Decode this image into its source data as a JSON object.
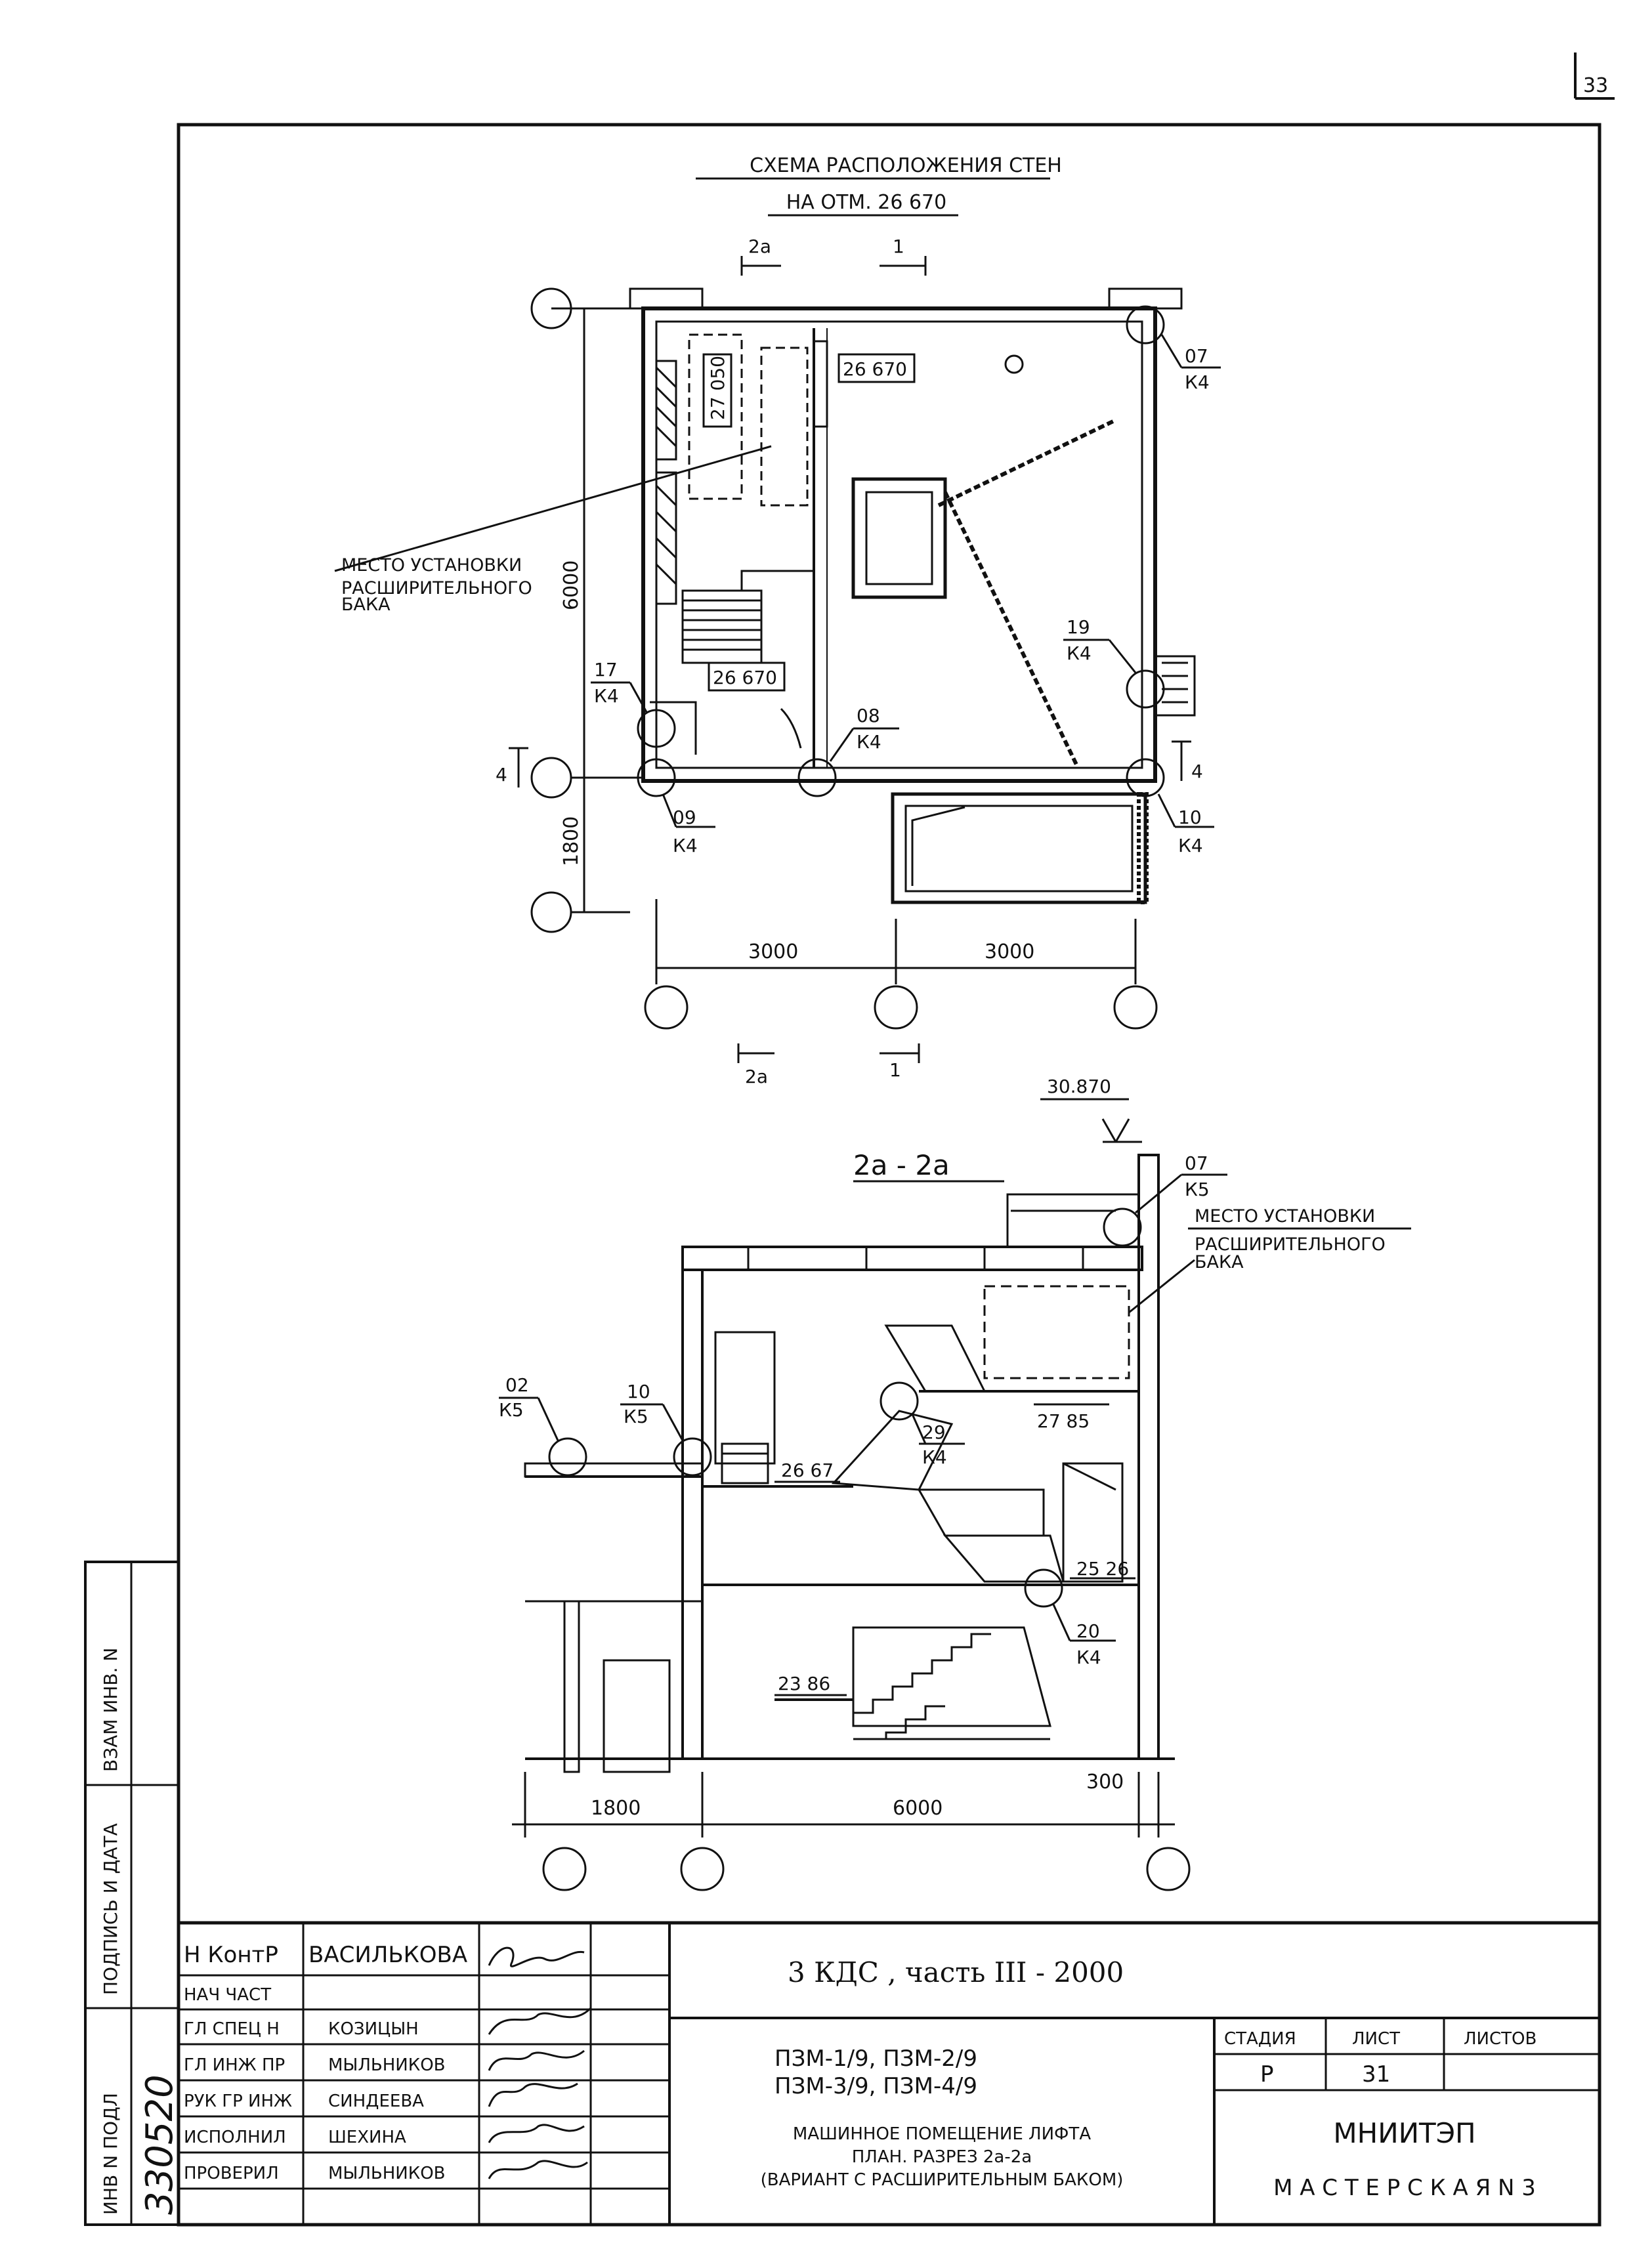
{
  "page_number": "33",
  "plan": {
    "title_line1": "СХЕМА РАСПОЛОЖЕНИЯ СТЕН",
    "title_line2": "НА ОТМ. 26 670",
    "cut_2a_top": "2а",
    "cut_1_top": "1",
    "cut_2a_bottom": "2а",
    "cut_1_bottom": "1",
    "cut_4_left": "4",
    "cut_4_right": "4",
    "level_a": "27 050",
    "level_b": "26 670",
    "level_c": "26 670",
    "tank_label_l1": "МЕСТО УСТАНОВКИ",
    "tank_label_l2": "РАСШИРИТЕЛЬНОГО",
    "tank_label_l3": "БАКА",
    "dim_6000_v": "6000",
    "dim_1800_v": "1800",
    "dim_3000_a": "3000",
    "dim_3000_b": "3000",
    "nodes": [
      {
        "num": "07",
        "sheet": "К4"
      },
      {
        "num": "19",
        "sheet": "К4"
      },
      {
        "num": "17",
        "sheet": "К4"
      },
      {
        "num": "08",
        "sheet": "К4"
      },
      {
        "num": "09",
        "sheet": "К4"
      },
      {
        "num": "10",
        "sheet": "К4"
      }
    ]
  },
  "section": {
    "title": "2а - 2а",
    "top_level": "30.870",
    "tank_label_l1": "МЕСТО УСТАНОВКИ",
    "tank_label_l2": "РАСШИРИТЕЛЬНОГО",
    "tank_label_l3": "БАКА",
    "level_2667": "26 67",
    "level_2785": "27 85",
    "level_2526": "25 26",
    "level_2386": "23 86",
    "dim_1800": "1800",
    "dim_6000": "6000",
    "dim_300": "300",
    "nodes": [
      {
        "num": "07",
        "sheet": "К5"
      },
      {
        "num": "02",
        "sheet": "К5"
      },
      {
        "num": "10",
        "sheet": "К5"
      },
      {
        "num": "29",
        "sheet": "К4"
      },
      {
        "num": "20",
        "sheet": "К4"
      }
    ]
  },
  "side_stamp": {
    "field1": "ВЗАМ ИНВ. N",
    "field2": "ПОДПИСЬ И ДАТА",
    "field3": "ИНВ N ПОДЛ",
    "inv_number": "330520"
  },
  "title_block": {
    "project": "3 КДС ,  часть III - 2000",
    "codes_l1": "ПЗМ-1/9,   ПЗМ-2/9",
    "codes_l2": "ПЗМ-3/9,   ПЗМ-4/9",
    "name_l1": "МАШИННОЕ ПОМЕЩЕНИЕ ЛИФТА",
    "name_l2": "ПЛАН.  РАЗРЕЗ 2а-2а",
    "name_l3": "(ВАРИАНТ С РАСШИРИТЕЛЬНЫМ БАКОМ)",
    "stage_hdr": "СТАДИЯ",
    "sheet_hdr": "ЛИСТ",
    "sheets_hdr": "ЛИСТОВ",
    "stage_val": "Р",
    "sheet_val": "31",
    "org": "МНИИТЭП",
    "workshop": "М А С Т Е Р С К А Я   N 3",
    "staff": [
      {
        "role": "Н КонтР",
        "name": "ВАСИЛЬКОВА"
      },
      {
        "role": "НАЧ ЧАСТ",
        "name": ""
      },
      {
        "role": "ГЛ СПЕЦ Н",
        "name": "КОЗИЦЫН"
      },
      {
        "role": "ГЛ ИНЖ ПР",
        "name": "МЫЛЬНИКОВ"
      },
      {
        "role": "РУК ГР ИНЖ",
        "name": "СИНДЕЕВА"
      },
      {
        "role": "ИСПОЛНИЛ",
        "name": "ШЕХИНА"
      },
      {
        "role": "ПРОВЕРИЛ",
        "name": "МЫЛЬНИКОВ"
      }
    ]
  }
}
